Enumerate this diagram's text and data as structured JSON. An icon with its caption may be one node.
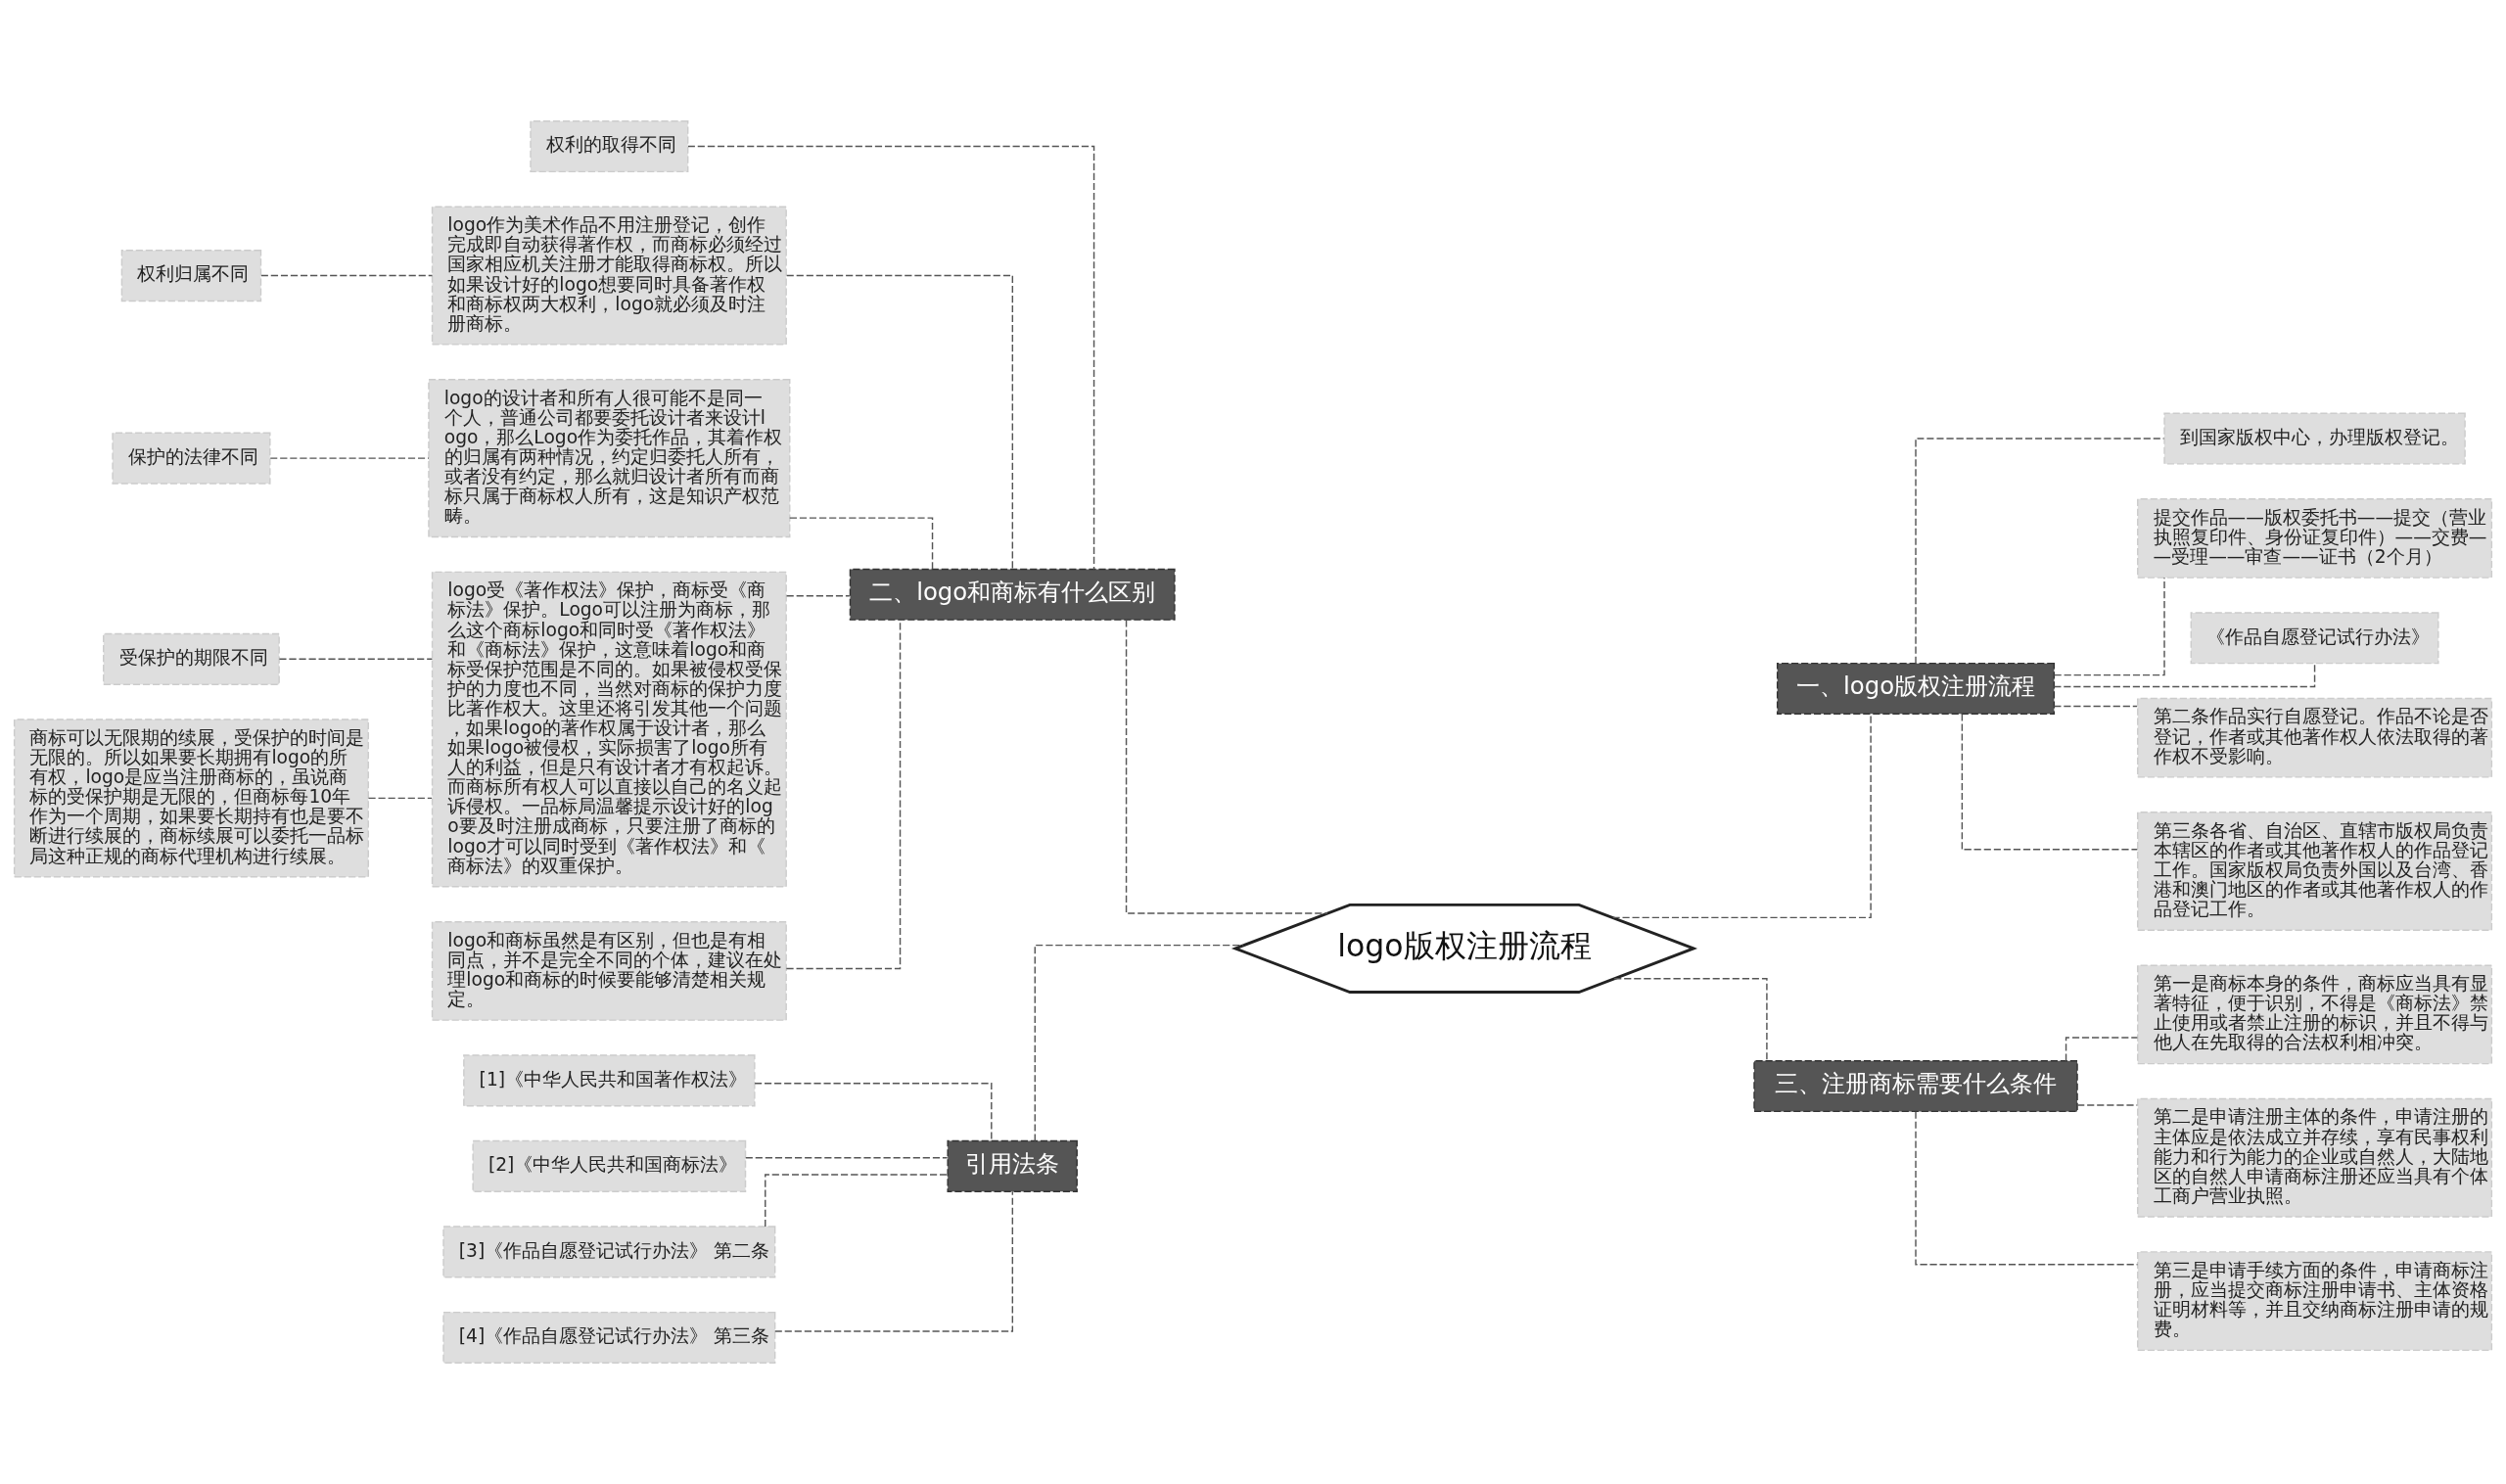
{
  "diagram": {
    "nodes": [
      {
        "text": [
          "logo版权注册流程"
        ]
      },
      {
        "text": [
          "一、logo版权注册流程"
        ]
      },
      {
        "text": [
          "到国家版权中心，办理版权登记。"
        ]
      },
      {
        "text": [
          "提交作品——版权委托书——提交（营业执照复印件、身份证复印件）——交费——受理——审查——证书（2个月）"
        ]
      },
      {
        "text": [
          "《作品自愿登记试行办法》"
        ]
      },
      {
        "text": [
          "第二条作品实行自愿登记。作品不论是否登记，作者或其他著作权人依法取得的著作权不受影响。"
        ]
      },
      {
        "text": [
          "第三条各省、自治区、直辖市版权局负责本辖区的作者或其他著作权人的作品登记工作。国家版权局负责外国以及台湾、香港和澳门地区的作者或其他著作权人的作品登记工作。"
        ]
      },
      {
        "text": [
          "三、注册商标需要什么条件"
        ]
      },
      {
        "text": [
          "第一是商标本身的条件，商标应当具有显著特征，便于识别，不得是《商标法》禁止使用或者禁止注册的标识，并且不得与他人在先取得的合法权利相冲突。"
        ]
      },
      {
        "text": [
          "第二是申请注册主体的条件，申请注册的主体应是依法成立并存续，享有民事权利能力和行为能力的企业或自然人，大陆地区的自然人申请商标注册还应当具有个体工商户营业执照。"
        ]
      },
      {
        "text": [
          "第三是申请手续方面的条件，申请商标注册，应当提交商标注册申请书、主体资格证明材料等，并且交纳商标注册申请的规费。"
        ]
      },
      {
        "text": [
          "二、logo和商标有什么区别"
        ]
      },
      {
        "text": [
          "权利的取得不同"
        ]
      },
      {
        "text": [
          "logo作为美术作品不用注册登记，创作完成即自动获得著作权，而商标必须经过国家相应机关注册才能取得商标权。所以如果设计好的logo想要同时具备著作权和商标权两大权利，logo就必须及时注册商标。"
        ]
      },
      {
        "text": [
          "权利归属不同"
        ]
      },
      {
        "text": [
          "logo的设计者和所有人很可能不是同一个人，普通公司都要委托设计者来设计logo，那么Logo作为委托作品，其着作权的归属有两种情况，约定归委托人所有，或者没有约定，那么就归设计者所有而商标只属于商标权人所有，这是知识产权范畴。"
        ]
      },
      {
        "text": [
          "保护的法律不同"
        ]
      },
      {
        "text": [
          "logo受《著作权法》保护，商标受《商标法》保护。Logo可以注册为商标，那么这个商标logo和同时受《著作权法》和《商标法》保护，这意味着logo和商标受保护范围是不同的。如果被侵权受保护的力度也不同，当然对商标的保护力度比著作权大。这里还将引发其他一个问题，如果logo的著作权属于设计者，那么如果logo被侵权，实际损害了logo所有人的利益，但是只有设计者才有权起诉。而商标所有权人可以直接以自己的名义起诉侵权。一品标局温馨提示设计好的logo要及时注册成商标，只要注册了商标的logo才可以同时受到《著作权法》和《商标法》的双重保护。"
        ]
      },
      {
        "text": [
          "受保护的期限不同"
        ]
      },
      {
        "text": [
          "商标可以无限期的续展，受保护的时间是无限的。所以如果要长期拥有logo的所有权，logo是应当注册商标的，虽说商标的受保护期是无限的，但商标每10年作为一个周期，如果要长期持有也是要不断进行续展的，商标续展可以委托一品标局这种正规的商标代理机构进行续展。"
        ]
      },
      {
        "text": [
          "logo和商标虽然是有区别，但也是有相同点，并不是完全不同的个体，建议在处理logo和商标的时候要能够清楚相关规定。"
        ]
      },
      {
        "text": [
          "引用法条"
        ]
      },
      {
        "text": [
          "[1]《中华人民共和国著作权法》"
        ]
      },
      {
        "text": [
          "[2]《中华人民共和国商标法》"
        ]
      },
      {
        "text": [
          "[3]《作品自愿登记试行办法》 第二条"
        ]
      },
      {
        "text": [
          "[4]《作品自愿登记试行办法》 第三条"
        ]
      }
    ],
    "edges": [
      {
        "from": 0,
        "to": 1,
        "arrow": "none",
        "style": "dashed"
      },
      {
        "from": 1,
        "to": 2,
        "arrow": "none",
        "style": "dashed"
      },
      {
        "from": 1,
        "to": 3,
        "arrow": "none",
        "style": "dashed"
      },
      {
        "from": 1,
        "to": 4,
        "arrow": "none",
        "style": "dashed"
      },
      {
        "from": 1,
        "to": 5,
        "arrow": "none",
        "style": "dashed"
      },
      {
        "from": 1,
        "to": 6,
        "arrow": "none",
        "style": "dashed"
      },
      {
        "from": 0,
        "to": 7,
        "arrow": "none",
        "style": "dashed"
      },
      {
        "from": 7,
        "to": 8,
        "arrow": "none",
        "style": "dashed"
      },
      {
        "from": 7,
        "to": 9,
        "arrow": "none",
        "style": "dashed"
      },
      {
        "from": 7,
        "to": 10,
        "arrow": "none",
        "style": "dashed"
      },
      {
        "from": 0,
        "to": 11,
        "arrow": "none",
        "style": "dashed"
      },
      {
        "from": 11,
        "to": 12,
        "arrow": "none",
        "style": "dashed"
      },
      {
        "from": 11,
        "to": 13,
        "arrow": "none",
        "style": "dashed"
      },
      {
        "from": 13,
        "to": 14,
        "arrow": "none",
        "style": "dashed"
      },
      {
        "from": 11,
        "to": 15,
        "arrow": "none",
        "style": "dashed"
      },
      {
        "from": 15,
        "to": 16,
        "arrow": "none",
        "style": "dashed"
      },
      {
        "from": 11,
        "to": 17,
        "arrow": "none",
        "style": "dashed"
      },
      {
        "from": 17,
        "to": 18,
        "arrow": "none",
        "style": "dashed"
      },
      {
        "from": 17,
        "to": 19,
        "arrow": "none",
        "style": "dashed"
      },
      {
        "from": 11,
        "to": 20,
        "arrow": "none",
        "style": "dashed"
      },
      {
        "from": 0,
        "to": 21,
        "arrow": "none",
        "style": "dashed"
      },
      {
        "from": 21,
        "to": 22,
        "arrow": "none",
        "style": "dashed"
      },
      {
        "from": 21,
        "to": 23,
        "arrow": "none",
        "style": "dashed"
      },
      {
        "from": 21,
        "to": 24,
        "arrow": "none",
        "style": "dashed"
      },
      {
        "from": 21,
        "to": 25,
        "arrow": "none",
        "style": "dashed"
      }
    ]
  }
}
